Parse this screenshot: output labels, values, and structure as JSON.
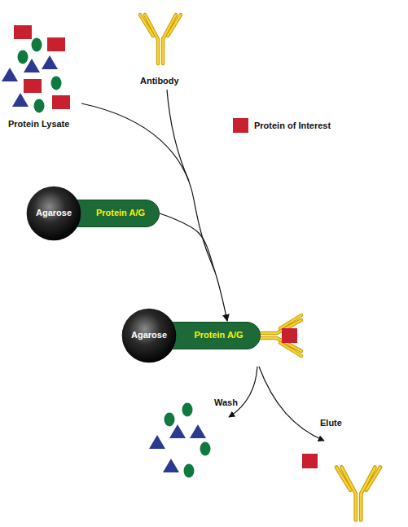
{
  "diagram": {
    "nodes": [
      {
        "text": [
          "Agarose"
        ]
      },
      {
        "text": [
          "Protein A/G"
        ]
      },
      {
        "text": [
          "Agarose"
        ]
      },
      {
        "text": [
          "Protein A/G"
        ]
      }
    ],
    "edges": [
      {
        "from": 1,
        "to": 3,
        "arrow": "to"
      }
    ],
    "labels": [
      "Protein Lysate",
      "Antibody",
      "Wash",
      "Elute"
    ],
    "legend": [
      {
        "text": "Protein of Interest",
        "color": "#c8202f"
      }
    ]
  }
}
